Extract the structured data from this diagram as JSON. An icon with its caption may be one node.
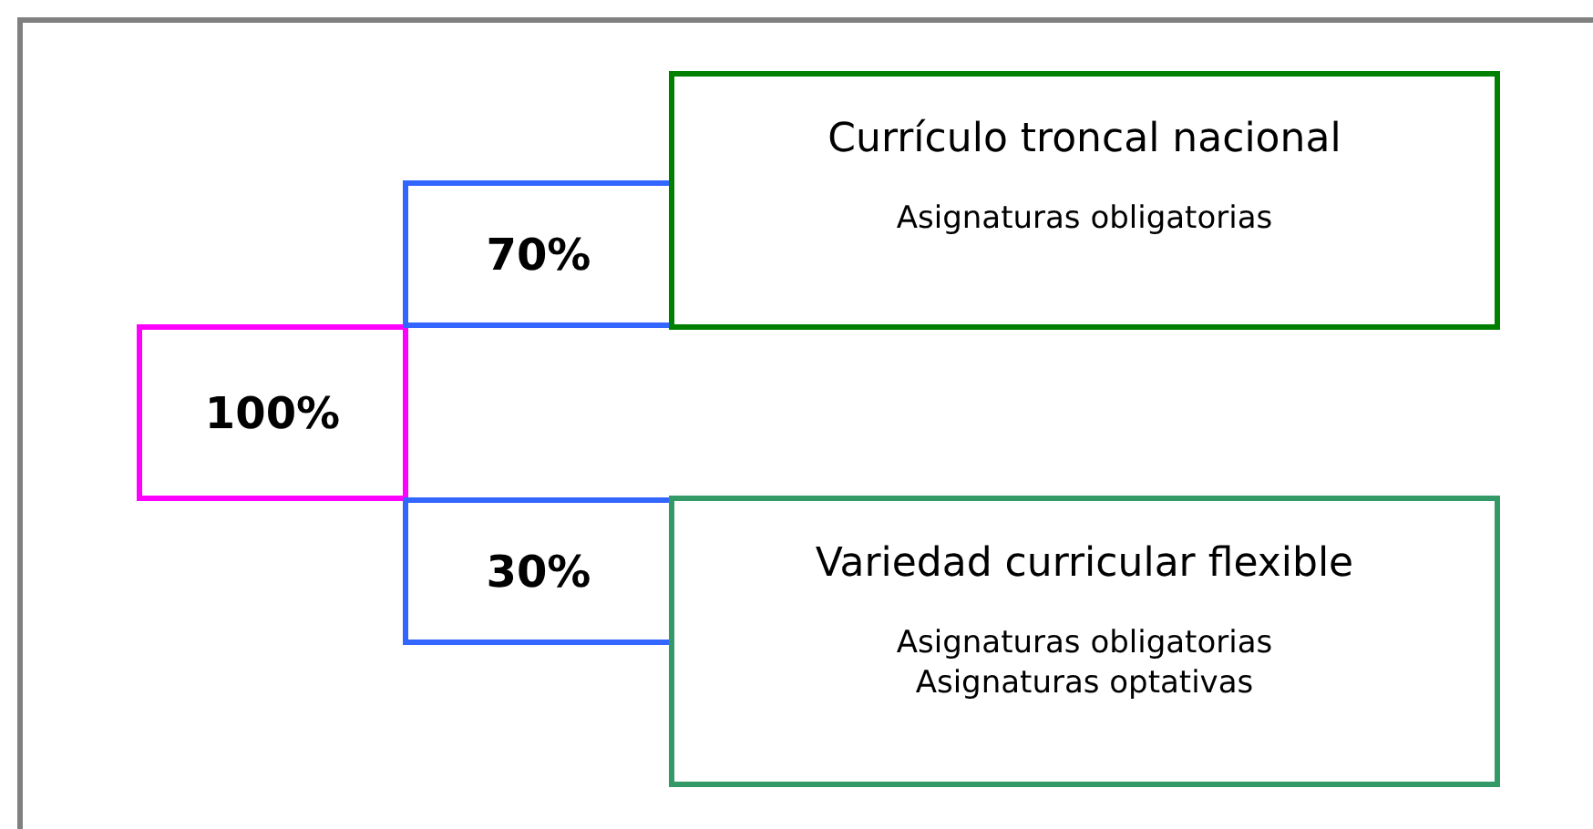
{
  "diagram": {
    "nodes": [
      {
        "text": [
          "100%"
        ]
      },
      {
        "text": [
          "70%"
        ]
      },
      {
        "text": [
          "Currículo troncal nacional",
          "Asignaturas obligatorias"
        ]
      },
      {
        "text": [
          "30%"
        ]
      },
      {
        "text": [
          "Variedad curricular flexible",
          "Asignaturas obligatorias",
          "Asignaturas optativas"
        ]
      }
    ]
  }
}
